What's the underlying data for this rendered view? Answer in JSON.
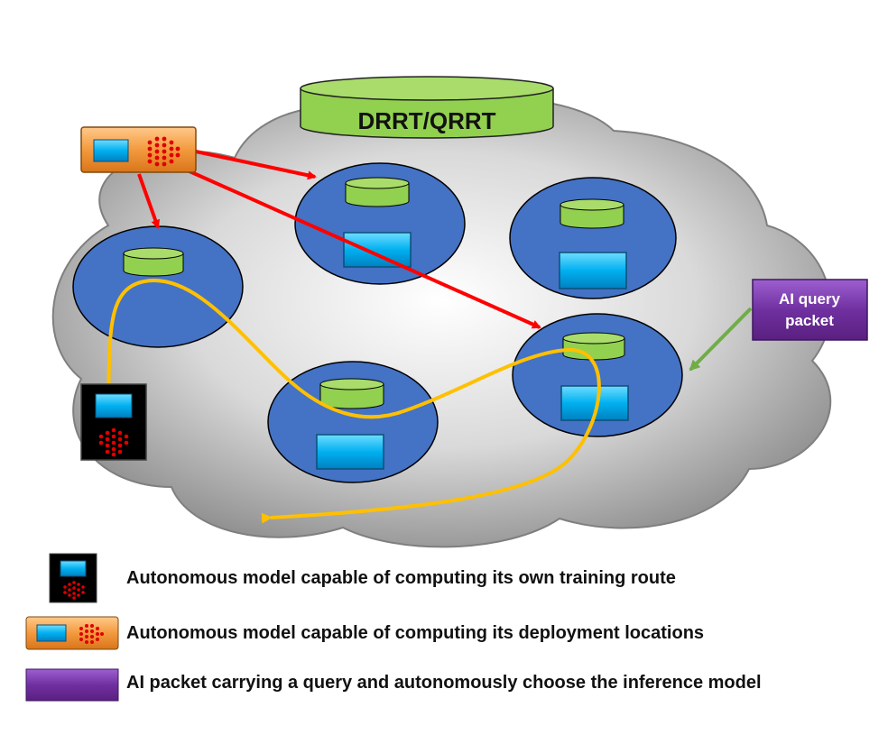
{
  "db_top_label": "DRRT/QRRT",
  "query_packet": {
    "line1": "AI query",
    "line2": "packet"
  },
  "legend": [
    {
      "icon": "black-autonomous-model-icon",
      "text": "Autonomous model capable of computing its own training route"
    },
    {
      "icon": "orange-autonomous-model-icon",
      "text": "Autonomous model capable of computing its deployment locations"
    },
    {
      "icon": "purple-ai-packet-icon",
      "text": "AI packet carrying a query and autonomously choose the inference model"
    }
  ],
  "colors": {
    "node_blue": "#4472c4",
    "db_green": "#92d050",
    "server_cyan": "#00b0f0",
    "arrow_red": "#ff0000",
    "route_yellow": "#ffc000",
    "query_green": "#70ad47",
    "packet_purple": "#7030a0",
    "model_orange": "#f4a460"
  }
}
